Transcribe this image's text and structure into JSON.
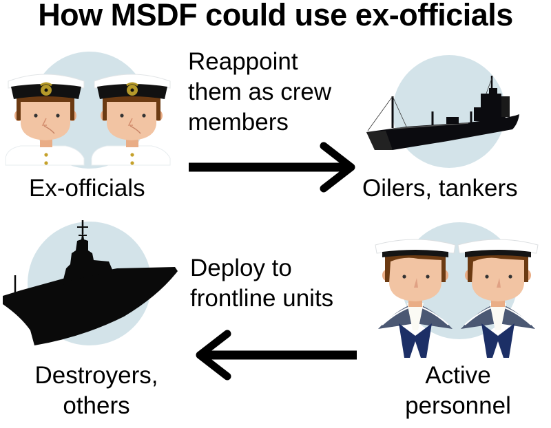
{
  "title": "How MSDF could use ex-officials",
  "nodes": {
    "ex_officials": {
      "label": "Ex-officials",
      "icon": "officer-pair-icon"
    },
    "oilers_tankers": {
      "label": "Oilers, tankers",
      "icon": "tanker-ship-icon"
    },
    "destroyers_others": {
      "label_line1": "Destroyers,",
      "label_line2": "others",
      "icon": "warship-icon"
    },
    "active_personnel": {
      "label_line1": "Active",
      "label_line2": "personnel",
      "icon": "sailor-pair-icon"
    }
  },
  "edges": [
    {
      "from": "ex_officials",
      "to": "oilers_tankers",
      "direction": "right",
      "label_lines": [
        "Reappoint",
        "them as crew",
        "members"
      ]
    },
    {
      "from": "active_personnel",
      "to": "destroyers_others",
      "direction": "left",
      "label_lines": [
        "Deploy to",
        "frontline units"
      ]
    }
  ],
  "colors": {
    "circle_bg": "#d3e3e9",
    "skin": "#eebb98",
    "hair": "#6b3a12",
    "officer_cap_band": "#111111",
    "badge_gold": "#b59a2a",
    "navy": "#283a66",
    "collar": "#4b5873"
  }
}
